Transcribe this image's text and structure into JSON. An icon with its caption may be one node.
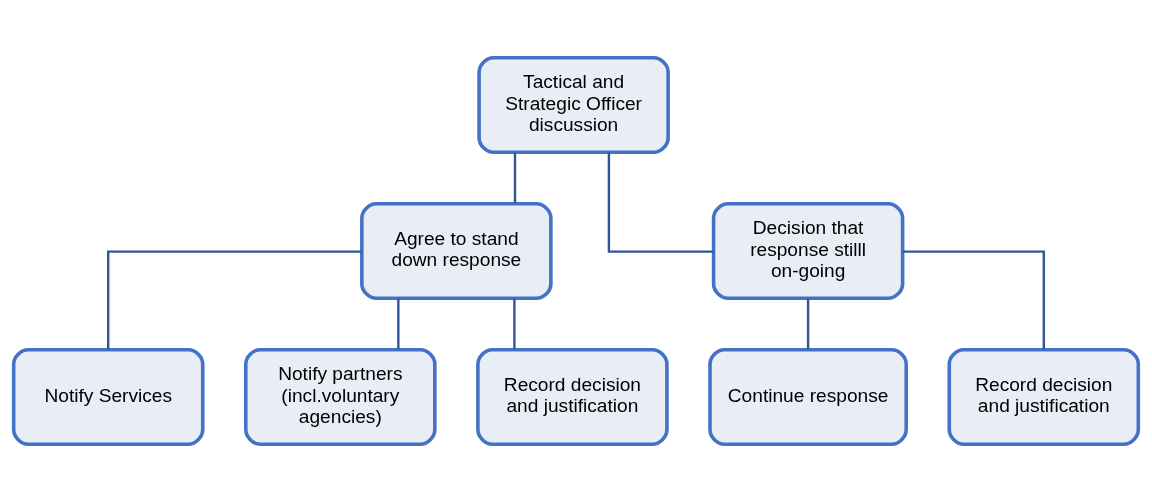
{
  "diagram": {
    "nodes": [
      {
        "text": [
          "Tactical and Strategic Officer discussion"
        ]
      },
      {
        "text": [
          "Agree to stand down response"
        ]
      },
      {
        "text": [
          "Decision that response stilll on-going"
        ]
      },
      {
        "text": [
          "Notify Services"
        ]
      },
      {
        "text": [
          "Notify partners (incl.voluntary agencies)"
        ]
      },
      {
        "text": [
          "Record decision and justification"
        ]
      },
      {
        "text": [
          "Continue response"
        ]
      },
      {
        "text": [
          "Record decision and justification"
        ]
      }
    ],
    "edges": [
      {
        "from": 0,
        "to": 1,
        "arrow": "none"
      },
      {
        "from": 0,
        "to": 2,
        "arrow": "none"
      },
      {
        "from": 1,
        "to": 3,
        "arrow": "none"
      },
      {
        "from": 1,
        "to": 4,
        "arrow": "none"
      },
      {
        "from": 1,
        "to": 5,
        "arrow": "none"
      },
      {
        "from": 2,
        "to": 6,
        "arrow": "none"
      },
      {
        "from": 2,
        "to": 7,
        "arrow": "none"
      }
    ]
  }
}
